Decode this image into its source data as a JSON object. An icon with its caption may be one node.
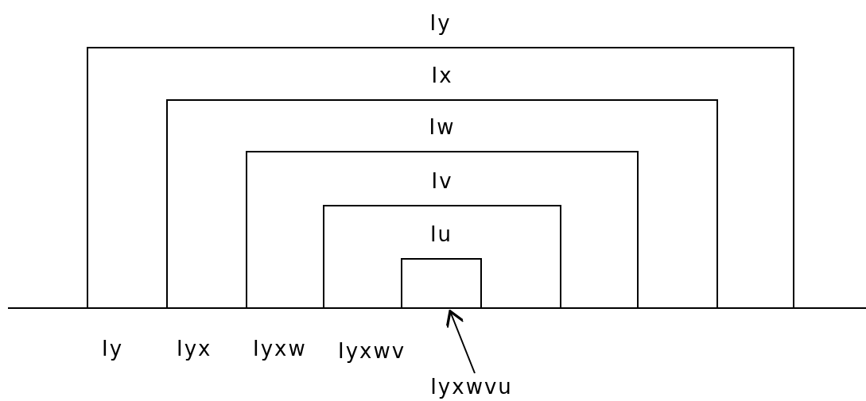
{
  "diagram": {
    "nodes": [
      {
        "text": [
          "Iy"
        ]
      },
      {
        "text": [
          "Ix"
        ],
        "in": 0
      },
      {
        "text": [
          "Iw"
        ],
        "in": 1
      },
      {
        "text": [
          "Iv"
        ],
        "in": 2
      },
      {
        "text": [
          "Iu"
        ],
        "in": 3
      },
      {
        "text": [
          "Iyxwvu"
        ]
      }
    ],
    "edges": [
      {
        "from": 5,
        "to": 4,
        "arrow": "to"
      }
    ],
    "labels": [
      "Iy",
      "Iyx",
      "Iyxw",
      "Iyxwv"
    ]
  }
}
